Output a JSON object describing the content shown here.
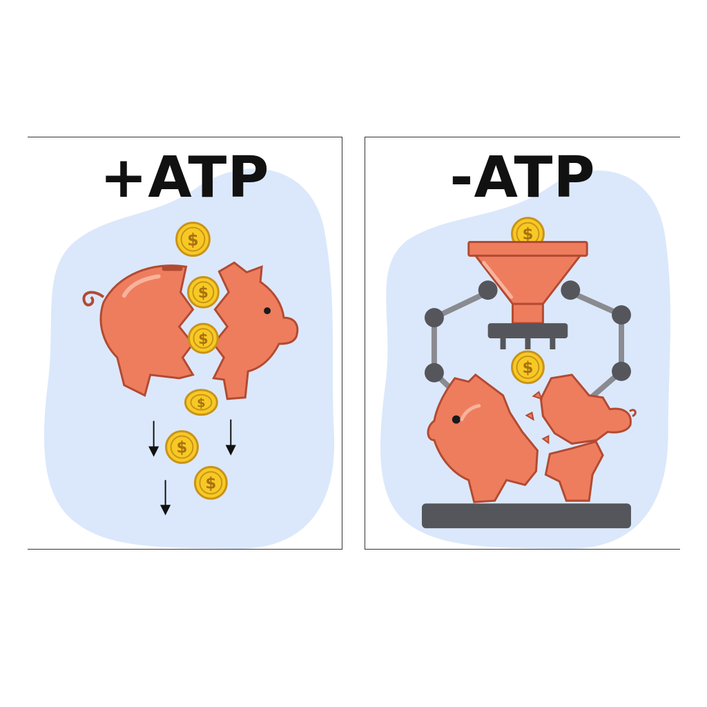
{
  "panels": [
    {
      "id": "left",
      "title": "+ATP",
      "coin_symbol": "$"
    },
    {
      "id": "right",
      "title": "-ATP",
      "coin_symbol": "$"
    }
  ],
  "colors": {
    "background_blob": "#dbe8fb",
    "pig": "#ee7d5e",
    "pig_outline": "#b24a32",
    "coin": "#f7c924",
    "coin_outline": "#c9931a",
    "machine": "#55565b",
    "text": "#111111"
  },
  "icons": [
    "piggy-bank-icon",
    "coin-icon",
    "down-arrow-icon",
    "funnel-icon",
    "robotic-arm-icon",
    "press-plate-icon"
  ]
}
